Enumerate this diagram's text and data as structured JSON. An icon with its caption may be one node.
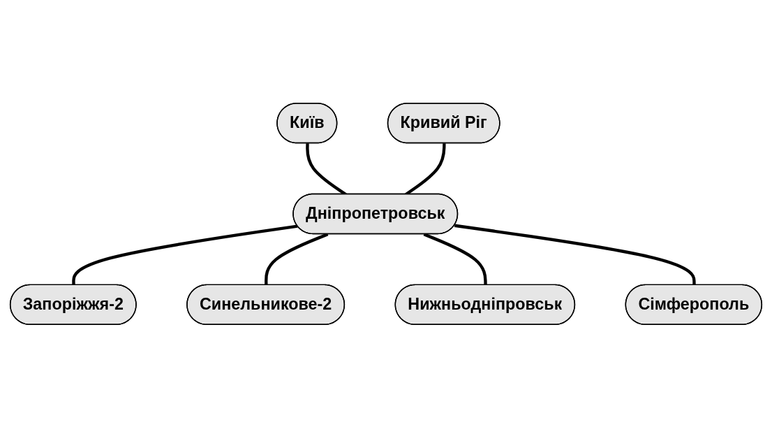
{
  "diagram": {
    "nodes": [
      {
        "text": [
          "Київ"
        ]
      },
      {
        "text": [
          "Запоріжжя-2"
        ]
      },
      {
        "text": [
          "Кривий Ріг"
        ]
      },
      {
        "text": [
          "Дніпропетровськ"
        ]
      },
      {
        "text": [
          "Синельникове-2"
        ]
      },
      {
        "text": [
          "Нижньодніпровськ"
        ]
      },
      {
        "text": [
          "Сімферополь"
        ]
      }
    ],
    "edges": [
      {
        "from": 0,
        "to": 3,
        "arrow": "none"
      },
      {
        "from": 3,
        "to": 1,
        "arrow": "none"
      },
      {
        "from": 2,
        "to": 3,
        "arrow": "none"
      },
      {
        "from": 3,
        "to": 4,
        "arrow": "none"
      },
      {
        "from": 3,
        "to": 5,
        "arrow": "none"
      },
      {
        "from": 3,
        "to": 6,
        "arrow": "none"
      }
    ]
  }
}
